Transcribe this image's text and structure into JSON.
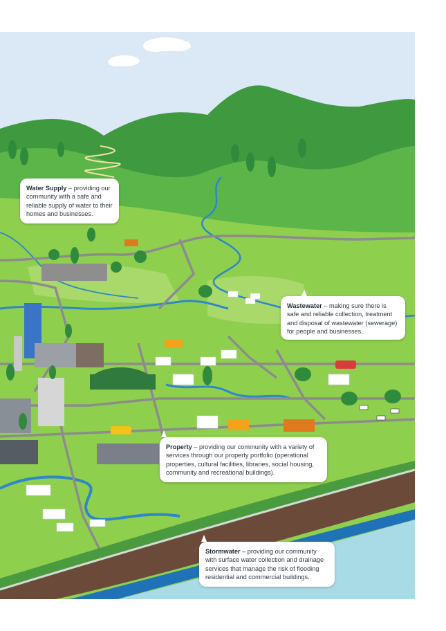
{
  "callouts": {
    "water_supply": {
      "title": "Water Supply",
      "text": " – providing our community with a safe and reliable supply of water to their homes and businesses."
    },
    "wastewater": {
      "title": "Wastewater",
      "text": " – making sure there is safe and reliable collection, treatment and disposal of wastewater (sewerage) for people and businesses."
    },
    "property": {
      "title": "Property",
      "text": " – providing our community with a variety of services through our property portfolio (operational properties, cultural facilities, libraries, social housing, community and recreational buildings)."
    },
    "stormwater": {
      "title": "Stormwater",
      "text": " – providing our community with surface water collection and drainage services that manage the risk of flooding residential and commercial buildings."
    }
  },
  "colors": {
    "sky": "#dbe9f6",
    "hill_dark": "#3f9a3f",
    "hill_mid": "#5cb548",
    "grass": "#8fcf4e",
    "grass_light": "#a8d96a",
    "road": "#8c8c8c",
    "river": "#2f86c9",
    "sea": "#a9dbe6",
    "seawall": "#6b4a3a",
    "shore_blue": "#1f72b8"
  }
}
